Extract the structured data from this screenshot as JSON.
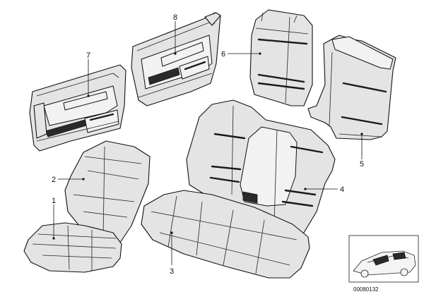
{
  "diagram": {
    "callouts": [
      {
        "id": 1,
        "label": "1"
      },
      {
        "id": 2,
        "label": "2"
      },
      {
        "id": 3,
        "label": "3"
      },
      {
        "id": 4,
        "label": "4"
      },
      {
        "id": 5,
        "label": "5"
      },
      {
        "id": 6,
        "label": "6"
      },
      {
        "id": 7,
        "label": "7"
      },
      {
        "id": 8,
        "label": "8"
      }
    ],
    "document_number": "00080132"
  },
  "colors": {
    "line": "#111111",
    "fill": "#e4e4e4",
    "background": "#ffffff"
  }
}
